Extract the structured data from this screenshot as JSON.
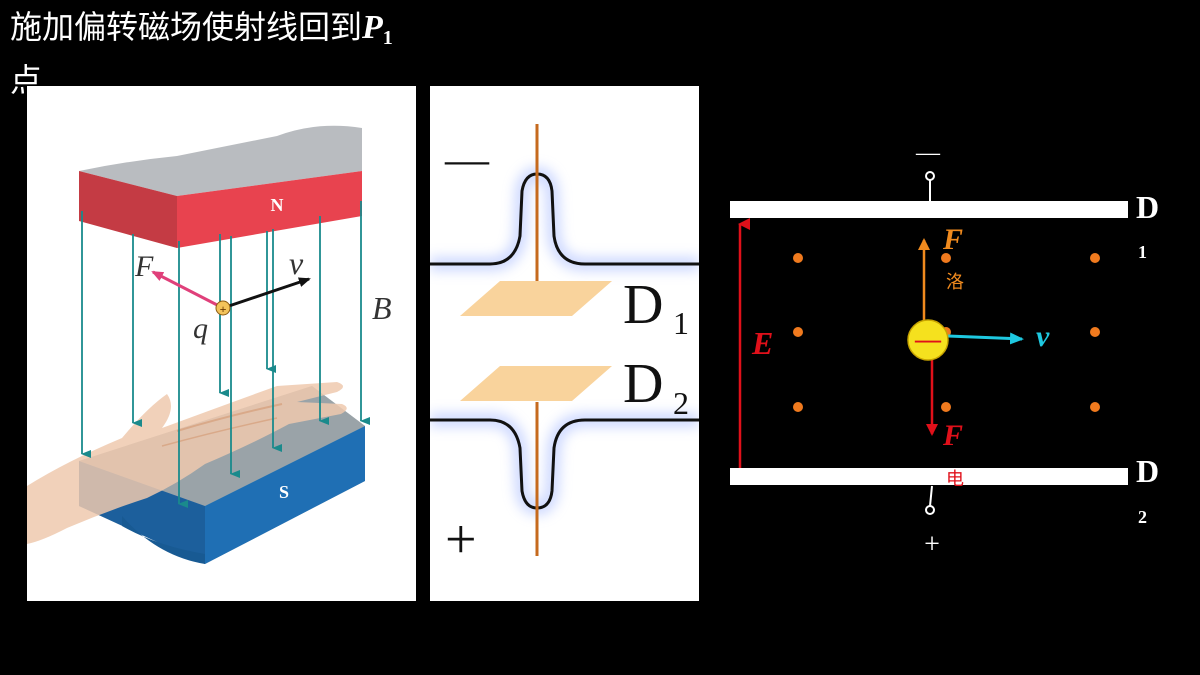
{
  "title": {
    "text": "施加偏转磁场使射线回到",
    "symbol": "P",
    "subscript": "1",
    "line2": "点"
  },
  "magnet_panel": {
    "north_label": "N",
    "south_label": "S",
    "force_label": "F",
    "velocity_label": "v",
    "charge_label": "q",
    "field_label": "B",
    "charge_sign": "+"
  },
  "tube_panel": {
    "minus_label": "—",
    "plus_label": "+",
    "plate1": "D",
    "plate1_sub": "1",
    "plate2": "D",
    "plate2_sub": "2"
  },
  "field_panel": {
    "top_terminal": "—",
    "bottom_terminal": "+",
    "plate1": "D",
    "plate1_sub": "1",
    "plate2": "D",
    "plate2_sub": "2",
    "e_label": "E",
    "lorentz_force": "F",
    "lorentz_sub": "洛",
    "electric_force": "F",
    "electric_sub": "电",
    "velocity": "v",
    "charge_sign": "—"
  },
  "colors": {
    "magnet_north": "#e8434f",
    "magnet_south": "#1f6fb4",
    "field_line": "#1a8a8c",
    "force_arrow": "#e0407a",
    "plate": "#f9d39c",
    "wire": "#c66a1e",
    "e_arrow": "#e0101a",
    "lorentz_arrow": "#f08a1e",
    "velocity_arrow": "#1ec8e0",
    "charge_fill": "#f5e11e",
    "dot": "#f07a1e"
  }
}
